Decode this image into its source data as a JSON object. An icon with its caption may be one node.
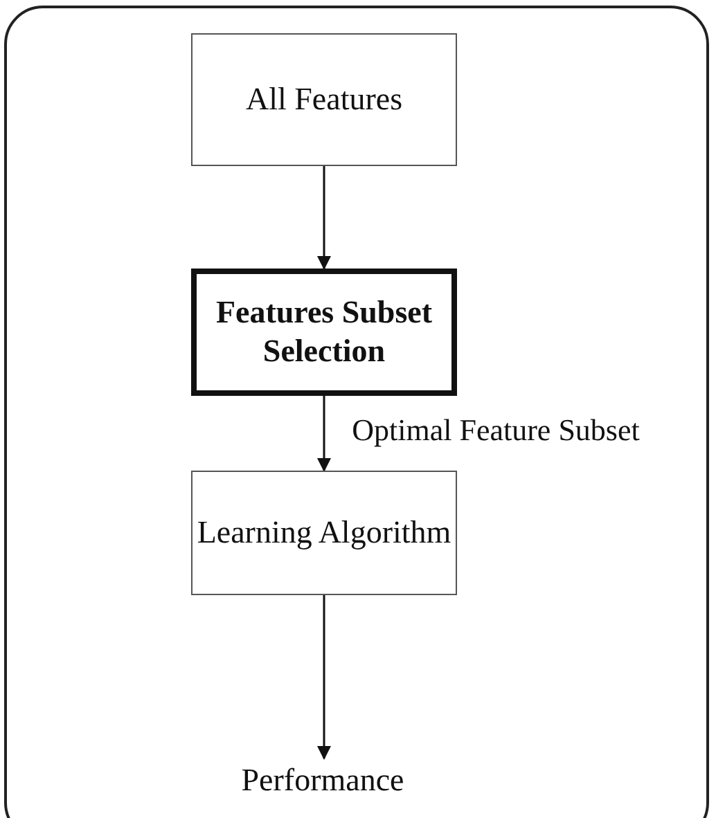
{
  "diagram": {
    "nodes": [
      {
        "text": [
          "All Features"
        ]
      },
      {
        "text": [
          "Features Subset Selection"
        ]
      },
      {
        "text": [
          "Learning Algorithm"
        ]
      },
      {
        "text": [
          "Performance"
        ]
      }
    ],
    "edges": [
      {
        "from": 0,
        "to": 1,
        "arrow": "to"
      },
      {
        "from": 1,
        "to": 2,
        "arrow": "to",
        "label": "Optimal Feature Subset"
      },
      {
        "from": 2,
        "to": 3,
        "arrow": "to"
      }
    ]
  }
}
